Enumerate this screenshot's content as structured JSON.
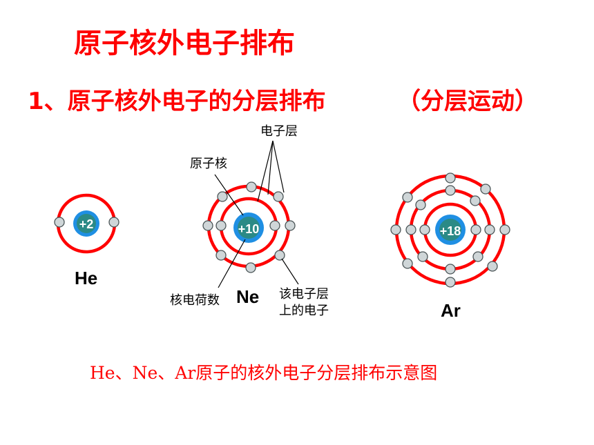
{
  "title": "原子核外电子排布",
  "subtitle": "1、原子核外电子的分层排布",
  "subtitle_note": "（分层运动）",
  "caption": "He、Ne、Ar原子的核外电子分层排布示意图",
  "atoms": [
    {
      "symbol": "He",
      "charge": "+2",
      "shells": [
        2
      ]
    },
    {
      "symbol": "Ne",
      "charge": "+10",
      "shells": [
        2,
        8
      ]
    },
    {
      "symbol": "Ar",
      "charge": "+18",
      "shells": [
        2,
        8,
        8
      ]
    }
  ],
  "labels": {
    "electron_shell": "电子层",
    "nucleus": "原子核",
    "nuclear_charge": "核电荷数",
    "shell_electrons_line1": "该电子层",
    "shell_electrons_line2": "上的电子"
  },
  "colors": {
    "title": "#ff0000",
    "orbit": "#ff0000",
    "nucleus_outer": "#1f8fe3",
    "nucleus_inner": "#2b8a86",
    "electron_fill": "#cfd6d8"
  }
}
